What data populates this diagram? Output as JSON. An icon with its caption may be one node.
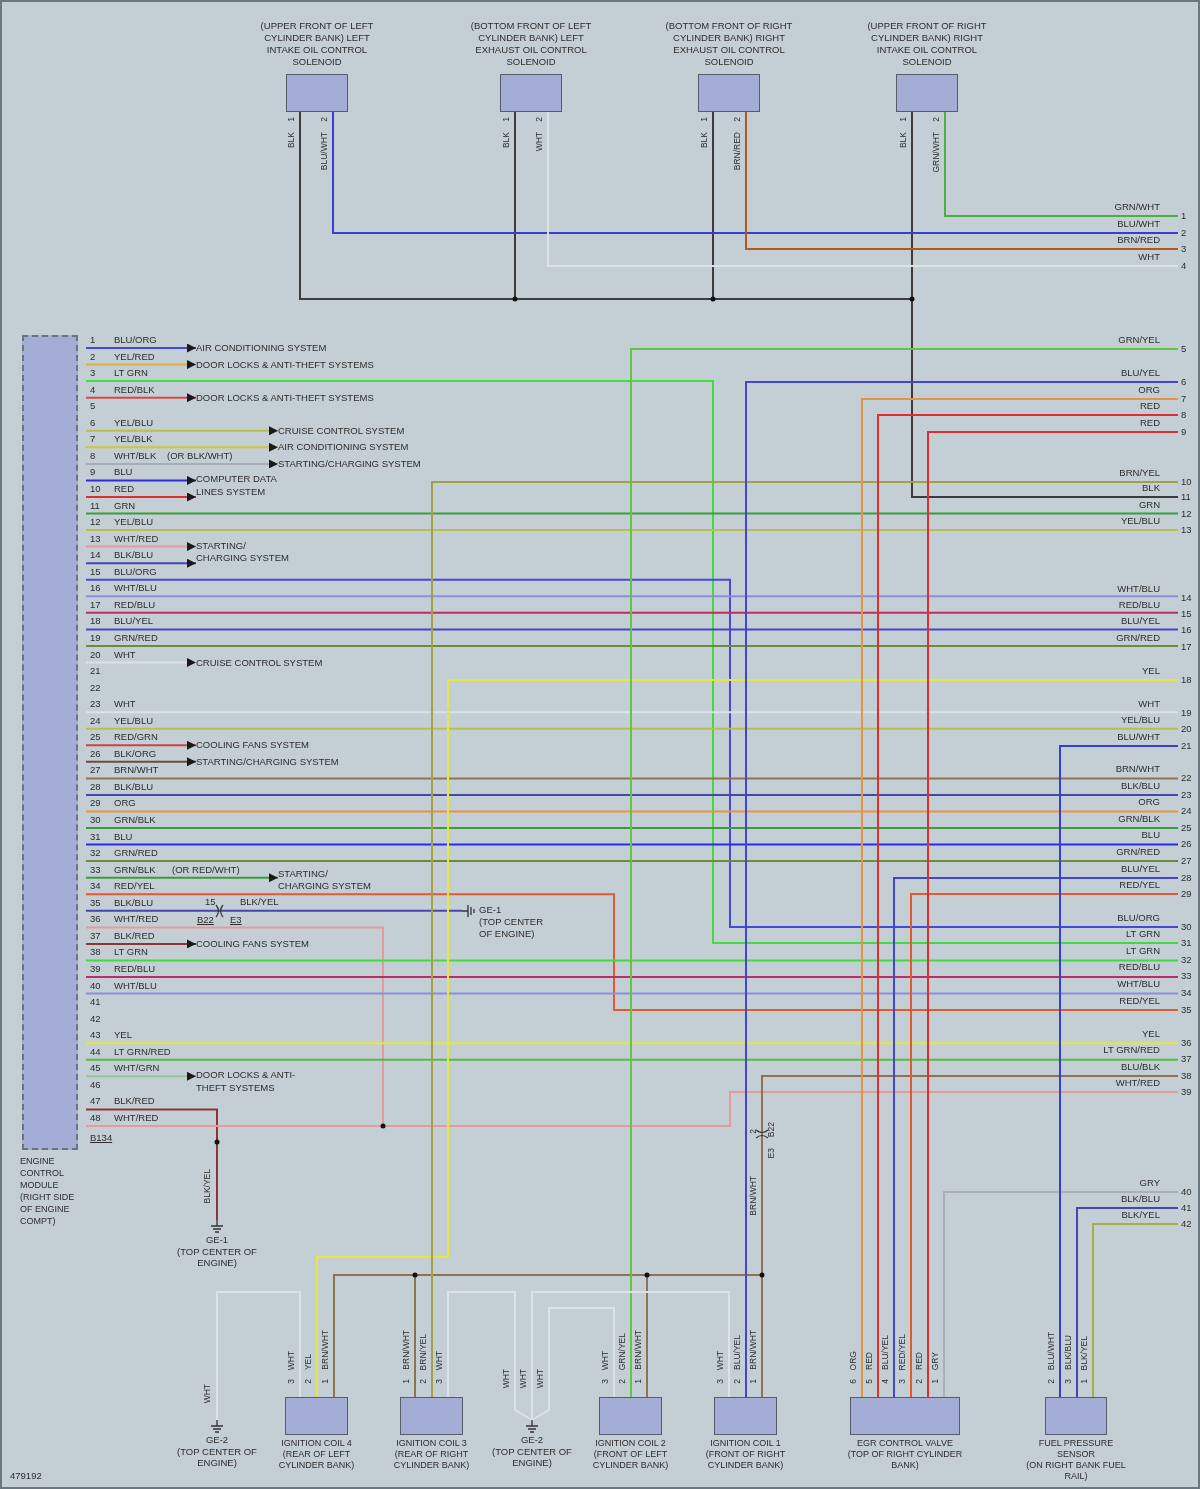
{
  "diagram": {
    "nodes": [
      {
        "text": [
          "(UPPER FRONT OF LEFT CYLINDER BANK) LEFT INTAKE OIL CONTROL SOLENOID"
        ]
      },
      {
        "text": [
          "(BOTTOM FRONT OF LEFT CYLINDER BANK) LEFT EXHAUST OIL CONTROL SOLENOID"
        ]
      },
      {
        "text": [
          "(BOTTOM FRONT OF RIGHT CYLINDER BANK) RIGHT EXHAUST OIL CONTROL SOLENOID"
        ]
      },
      {
        "text": [
          "(UPPER FRONT OF RIGHT CYLINDER BANK) RIGHT INTAKE OIL CONTROL SOLENOID"
        ]
      },
      {
        "text": [
          "ENGINE CONTROL MODULE (RIGHT SIDE OF ENGINE COMPT)"
        ]
      },
      {
        "text": [
          "AIR CONDITIONING SYSTEM"
        ]
      },
      {
        "text": [
          "DOOR LOCKS & ANTI-THEFT SYSTEMS"
        ]
      },
      {
        "text": [
          "DOOR LOCKS & ANTI-THEFT SYSTEMS"
        ]
      },
      {
        "text": [
          "CRUISE CONTROL SYSTEM"
        ]
      },
      {
        "text": [
          "AIR CONDITIONING SYSTEM"
        ]
      },
      {
        "text": [
          "STARTING/CHARGING SYSTEM"
        ]
      },
      {
        "text": [
          "COMPUTER DATA LINES SYSTEM"
        ]
      },
      {
        "text": [
          "STARTING/ CHARGING SYSTEM"
        ]
      },
      {
        "text": [
          "CRUISE CONTROL SYSTEM"
        ]
      },
      {
        "text": [
          "COOLING FANS SYSTEM"
        ]
      },
      {
        "text": [
          "STARTING/CHARGING SYSTEM"
        ]
      },
      {
        "text": [
          "STARTING/ CHARGING SYSTEM"
        ]
      },
      {
        "text": [
          "GE-1",
          "(TOP CENTER OF ENGINE)"
        ]
      },
      {
        "text": [
          "COOLING FANS SYSTEM"
        ]
      },
      {
        "text": [
          "DOOR LOCKS & ANTI-THEFT SYSTEMS"
        ]
      },
      {
        "text": [
          "GE-1",
          "(TOP CENTER OF ENGINE)"
        ]
      },
      {
        "text": [
          "GE-2",
          "(TOP CENTER OF ENGINE)"
        ]
      },
      {
        "text": [
          "IGNITION COIL 4",
          "(REAR OF LEFT CYLINDER BANK)"
        ]
      },
      {
        "text": [
          "IGNITION COIL 3",
          "(REAR OF RIGHT CYLINDER BANK)"
        ]
      },
      {
        "text": [
          "GE-2",
          "(TOP CENTER OF ENGINE)"
        ]
      },
      {
        "text": [
          "IGNITION COIL 2",
          "(FRONT OF LEFT CYLINDER BANK)"
        ]
      },
      {
        "text": [
          "IGNITION COIL 1",
          "(FRONT OF RIGHT CYLINDER BANK)"
        ]
      },
      {
        "text": [
          "EGR CONTROL VALVE",
          "(TOP OF RIGHT CYLINDER BANK)"
        ]
      },
      {
        "text": [
          "FUEL PRESSURE SENSOR",
          "(ON RIGHT BANK FUEL RAIL)"
        ]
      },
      {
        "text": [
          "1"
        ]
      },
      {
        "text": [
          "2"
        ]
      },
      {
        "text": [
          "3"
        ]
      },
      {
        "text": [
          "4"
        ]
      },
      {
        "text": [
          "5"
        ]
      },
      {
        "text": [
          "6"
        ]
      },
      {
        "text": [
          "7"
        ]
      },
      {
        "text": [
          "8"
        ]
      },
      {
        "text": [
          "9"
        ]
      },
      {
        "text": [
          "10"
        ]
      },
      {
        "text": [
          "11"
        ]
      },
      {
        "text": [
          "12"
        ]
      },
      {
        "text": [
          "13"
        ]
      },
      {
        "text": [
          "14"
        ]
      },
      {
        "text": [
          "15"
        ]
      },
      {
        "text": [
          "16"
        ]
      },
      {
        "text": [
          "17"
        ]
      },
      {
        "text": [
          "18"
        ]
      },
      {
        "text": [
          "19"
        ]
      },
      {
        "text": [
          "20"
        ]
      },
      {
        "text": [
          "21"
        ]
      },
      {
        "text": [
          "22"
        ]
      },
      {
        "text": [
          "23"
        ]
      },
      {
        "text": [
          "24"
        ]
      },
      {
        "text": [
          "25"
        ]
      },
      {
        "text": [
          "26"
        ]
      },
      {
        "text": [
          "27"
        ]
      },
      {
        "text": [
          "28"
        ]
      },
      {
        "text": [
          "29"
        ]
      },
      {
        "text": [
          "30"
        ]
      },
      {
        "text": [
          "31"
        ]
      },
      {
        "text": [
          "32"
        ]
      },
      {
        "text": [
          "33"
        ]
      },
      {
        "text": [
          "34"
        ]
      },
      {
        "text": [
          "35"
        ]
      },
      {
        "text": [
          "36"
        ]
      },
      {
        "text": [
          "37"
        ]
      },
      {
        "text": [
          "38"
        ]
      },
      {
        "text": [
          "39"
        ]
      },
      {
        "text": [
          "40"
        ]
      },
      {
        "text": [
          "41"
        ]
      },
      {
        "text": [
          "42"
        ]
      }
    ],
    "edges": [
      {
        "from": 0,
        "to": 39,
        "arrow": "none",
        "color": "#3c3c3c"
      },
      {
        "from": 1,
        "to": 39,
        "arrow": "none",
        "color": "#3c3c3c"
      },
      {
        "from": 2,
        "to": 39,
        "arrow": "none",
        "color": "#3c3c3c"
      },
      {
        "from": 3,
        "to": 39,
        "arrow": "none",
        "color": "#3c3c3c"
      },
      {
        "from": 0,
        "to": 30,
        "arrow": "none",
        "color": "#3b3bd6"
      },
      {
        "from": 1,
        "to": 32,
        "arrow": "none",
        "color": "#dde2e6"
      },
      {
        "from": 2,
        "to": 31,
        "arrow": "none",
        "color": "#b4581e"
      },
      {
        "from": 3,
        "to": 29,
        "arrow": "none",
        "color": "#4cb040"
      },
      {
        "from": 4,
        "to": 5,
        "arrow": "to",
        "color": "#4848d8"
      },
      {
        "from": 4,
        "to": 6,
        "arrow": "to",
        "color": "#e0b040"
      },
      {
        "from": 4,
        "to": 7,
        "arrow": "to",
        "color": "#d84848"
      },
      {
        "from": 4,
        "to": 8,
        "arrow": "to",
        "color": "#b9c04a"
      },
      {
        "from": 4,
        "to": 9,
        "arrow": "to",
        "color": "#c9c93a"
      },
      {
        "from": 4,
        "to": 10,
        "arrow": "to",
        "color": "#a6adb3"
      },
      {
        "from": 4,
        "to": 11,
        "arrow": "to",
        "color": "#2b2be6"
      },
      {
        "from": 4,
        "to": 11,
        "arrow": "to",
        "color": "#e02e2e"
      },
      {
        "from": 4,
        "to": 12,
        "arrow": "to",
        "color": "#e79a9a"
      },
      {
        "from": 4,
        "to": 12,
        "arrow": "to",
        "color": "#4646b0"
      },
      {
        "from": 4,
        "to": 13,
        "arrow": "to",
        "color": "#dde2e6"
      },
      {
        "from": 4,
        "to": 14,
        "arrow": "to",
        "color": "#c8463e"
      },
      {
        "from": 4,
        "to": 15,
        "arrow": "to",
        "color": "#6e4a40"
      },
      {
        "from": 4,
        "to": 16,
        "arrow": "to",
        "color": "#3d9a3d"
      },
      {
        "from": 4,
        "to": 18,
        "arrow": "to",
        "color": "#8e3434"
      },
      {
        "from": 4,
        "to": 19,
        "arrow": "to",
        "color": "#94c494"
      },
      {
        "from": 4,
        "to": 59,
        "arrow": "none",
        "color": "#3fdc3f"
      },
      {
        "from": 4,
        "to": 40,
        "arrow": "none",
        "color": "#3a9e3a"
      },
      {
        "from": 4,
        "to": 41,
        "arrow": "none",
        "color": "#b9c04a"
      },
      {
        "from": 4,
        "to": 58,
        "arrow": "none",
        "color": "#4848d8"
      },
      {
        "from": 4,
        "to": 42,
        "arrow": "none",
        "color": "#8c8ce0"
      },
      {
        "from": 4,
        "to": 43,
        "arrow": "none",
        "color": "#b83062"
      },
      {
        "from": 4,
        "to": 44,
        "arrow": "none",
        "color": "#4444cc"
      },
      {
        "from": 4,
        "to": 45,
        "arrow": "none",
        "color": "#6c8c3c"
      },
      {
        "from": 4,
        "to": 47,
        "arrow": "none",
        "color": "#dde2e6"
      },
      {
        "from": 4,
        "to": 48,
        "arrow": "none",
        "color": "#b9c04a"
      },
      {
        "from": 4,
        "to": 50,
        "arrow": "none",
        "color": "#8c7452"
      },
      {
        "from": 4,
        "to": 51,
        "arrow": "none",
        "color": "#4646b0"
      },
      {
        "from": 4,
        "to": 52,
        "arrow": "none",
        "color": "#e59444"
      },
      {
        "from": 4,
        "to": 53,
        "arrow": "none",
        "color": "#3d9a3d"
      },
      {
        "from": 4,
        "to": 54,
        "arrow": "none",
        "color": "#2b2be6"
      },
      {
        "from": 4,
        "to": 55,
        "arrow": "none",
        "color": "#6c8c3c"
      },
      {
        "from": 4,
        "to": 63,
        "arrow": "none",
        "color": "#e25a30"
      },
      {
        "from": 4,
        "to": 17,
        "arrow": "none",
        "color": "#4646b0"
      },
      {
        "from": 4,
        "to": 67,
        "arrow": "none",
        "color": "#e79a9a"
      },
      {
        "from": 4,
        "to": 60,
        "arrow": "none",
        "color": "#3fdc3f"
      },
      {
        "from": 4,
        "to": 61,
        "arrow": "none",
        "color": "#b83062"
      },
      {
        "from": 4,
        "to": 62,
        "arrow": "none",
        "color": "#8c8ce0"
      },
      {
        "from": 4,
        "to": 64,
        "arrow": "none",
        "color": "#e6e63c"
      },
      {
        "from": 4,
        "to": 65,
        "arrow": "none",
        "color": "#58b844"
      },
      {
        "from": 4,
        "to": 20,
        "arrow": "none",
        "color": "#8e3434"
      },
      {
        "from": 4,
        "to": 67,
        "arrow": "none",
        "color": "#e79a9a"
      },
      {
        "from": 22,
        "to": 21,
        "arrow": "none",
        "color": "#dde2e6"
      },
      {
        "from": 22,
        "to": 46,
        "arrow": "none",
        "color": "#e6e63c"
      },
      {
        "from": 22,
        "to": 66,
        "arrow": "none",
        "color": "#8c7452"
      },
      {
        "from": 23,
        "to": 66,
        "arrow": "none",
        "color": "#8c7452"
      },
      {
        "from": 23,
        "to": 38,
        "arrow": "none",
        "color": "#a5a044"
      },
      {
        "from": 23,
        "to": 24,
        "arrow": "none",
        "color": "#dde2e6"
      },
      {
        "from": 25,
        "to": 24,
        "arrow": "none",
        "color": "#dde2e6"
      },
      {
        "from": 25,
        "to": 33,
        "arrow": "none",
        "color": "#66c444"
      },
      {
        "from": 25,
        "to": 66,
        "arrow": "none",
        "color": "#8c7452"
      },
      {
        "from": 26,
        "to": 24,
        "arrow": "none",
        "color": "#dde2e6"
      },
      {
        "from": 26,
        "to": 34,
        "arrow": "none",
        "color": "#4444cc"
      },
      {
        "from": 26,
        "to": 66,
        "arrow": "none",
        "color": "#8c7452"
      },
      {
        "from": 27,
        "to": 35,
        "arrow": "none",
        "color": "#e59444"
      },
      {
        "from": 27,
        "to": 36,
        "arrow": "none",
        "color": "#e02e2e"
      },
      {
        "from": 27,
        "to": 56,
        "arrow": "none",
        "color": "#4444cc"
      },
      {
        "from": 27,
        "to": 57,
        "arrow": "none",
        "color": "#e25a30"
      },
      {
        "from": 27,
        "to": 37,
        "arrow": "none",
        "color": "#e02e2e"
      },
      {
        "from": 27,
        "to": 68,
        "arrow": "none",
        "color": "#aab0b5"
      },
      {
        "from": 28,
        "to": 49,
        "arrow": "none",
        "color": "#3b3bd6"
      },
      {
        "from": 28,
        "to": 69,
        "arrow": "none",
        "color": "#4646b0"
      },
      {
        "from": 28,
        "to": 70,
        "arrow": "none",
        "color": "#a2b044"
      }
    ],
    "labels": [
      "1",
      "BLU/ORG",
      "2",
      "YEL/RED",
      "3",
      "LT GRN",
      "4",
      "RED/BLK",
      "5",
      "6",
      "YEL/BLU",
      "7",
      "YEL/BLK",
      "8",
      "WHT/BLK",
      "(OR BLK/WHT)",
      "9",
      "BLU",
      "10",
      "RED",
      "11",
      "GRN",
      "12",
      "YEL/BLU",
      "13",
      "WHT/RED",
      "14",
      "BLK/BLU",
      "15",
      "BLU/ORG",
      "16",
      "WHT/BLU",
      "17",
      "RED/BLU",
      "18",
      "BLU/YEL",
      "19",
      "GRN/RED",
      "20",
      "WHT",
      "21",
      "22",
      "23",
      "WHT",
      "24",
      "YEL/BLU",
      "25",
      "RED/GRN",
      "26",
      "BLK/ORG",
      "27",
      "BRN/WHT",
      "28",
      "BLK/BLU",
      "29",
      "ORG",
      "30",
      "GRN/BLK",
      "31",
      "BLU",
      "32",
      "GRN/RED",
      "33",
      "GRN/BLK",
      "(OR RED/WHT)",
      "34",
      "RED/YEL",
      "35",
      "BLK/BLU",
      "36",
      "WHT/RED",
      "37",
      "BLK/RED",
      "38",
      "LT GRN",
      "39",
      "RED/BLU",
      "40",
      "WHT/BLU",
      "41",
      "42",
      "43",
      "YEL",
      "44",
      "LT GRN/RED",
      "45",
      "WHT/GRN",
      "46",
      "47",
      "BLK/RED",
      "48",
      "WHT/RED",
      "15",
      "BLK/YEL",
      "B22",
      "E3",
      "B134",
      "GRN/WHT",
      "BLU/WHT",
      "BRN/RED",
      "WHT",
      "GRN/YEL",
      "BLU/YEL",
      "ORG",
      "RED",
      "RED",
      "BRN/YEL",
      "BLK",
      "GRN",
      "YEL/BLU",
      "WHT/BLU",
      "RED/BLU",
      "BLU/YEL",
      "GRN/RED",
      "YEL",
      "WHT",
      "YEL/BLU",
      "BLU/WHT",
      "BRN/WHT",
      "BLK/BLU",
      "ORG",
      "GRN/BLK",
      "BLU",
      "GRN/RED",
      "BLU/YEL",
      "RED/YEL",
      "BLU/ORG",
      "LT GRN",
      "LT GRN",
      "RED/BLU",
      "WHT/BLU",
      "RED/YEL",
      "YEL",
      "LT GRN/RED",
      "BLU/BLK",
      "WHT/RED",
      "GRY",
      "BLK/BLU",
      "BLK/YEL",
      "BLK",
      "1",
      "BLU/WHT",
      "2",
      "BLK",
      "1",
      "WHT",
      "2",
      "BLK",
      "1",
      "BRN/RED",
      "2",
      "BLK",
      "1",
      "GRN/WHT",
      "2",
      "BLK/YEL",
      "WHT",
      "WHT",
      "3",
      "YEL",
      "2",
      "BRN/WHT",
      "1",
      "BRN/WHT",
      "1",
      "BRN/YEL",
      "2",
      "WHT",
      "3",
      "WHT",
      "WHT",
      "WHT",
      "2",
      "B22",
      "E3",
      "BRN/WHT",
      "WHT",
      "3",
      "GRN/YEL",
      "2",
      "BRN/WHT",
      "1",
      "WHT",
      "3",
      "BLU/YEL",
      "2",
      "BRN/WHT",
      "1",
      "ORG",
      "6",
      "RED",
      "5",
      "BLU/YEL",
      "4",
      "RED/YEL",
      "3",
      "RED",
      "2",
      "GRY",
      "1",
      "BLU/WHT",
      "2",
      "BLK/BLU",
      "3",
      "BLK/YEL",
      "1",
      "479192"
    ]
  }
}
